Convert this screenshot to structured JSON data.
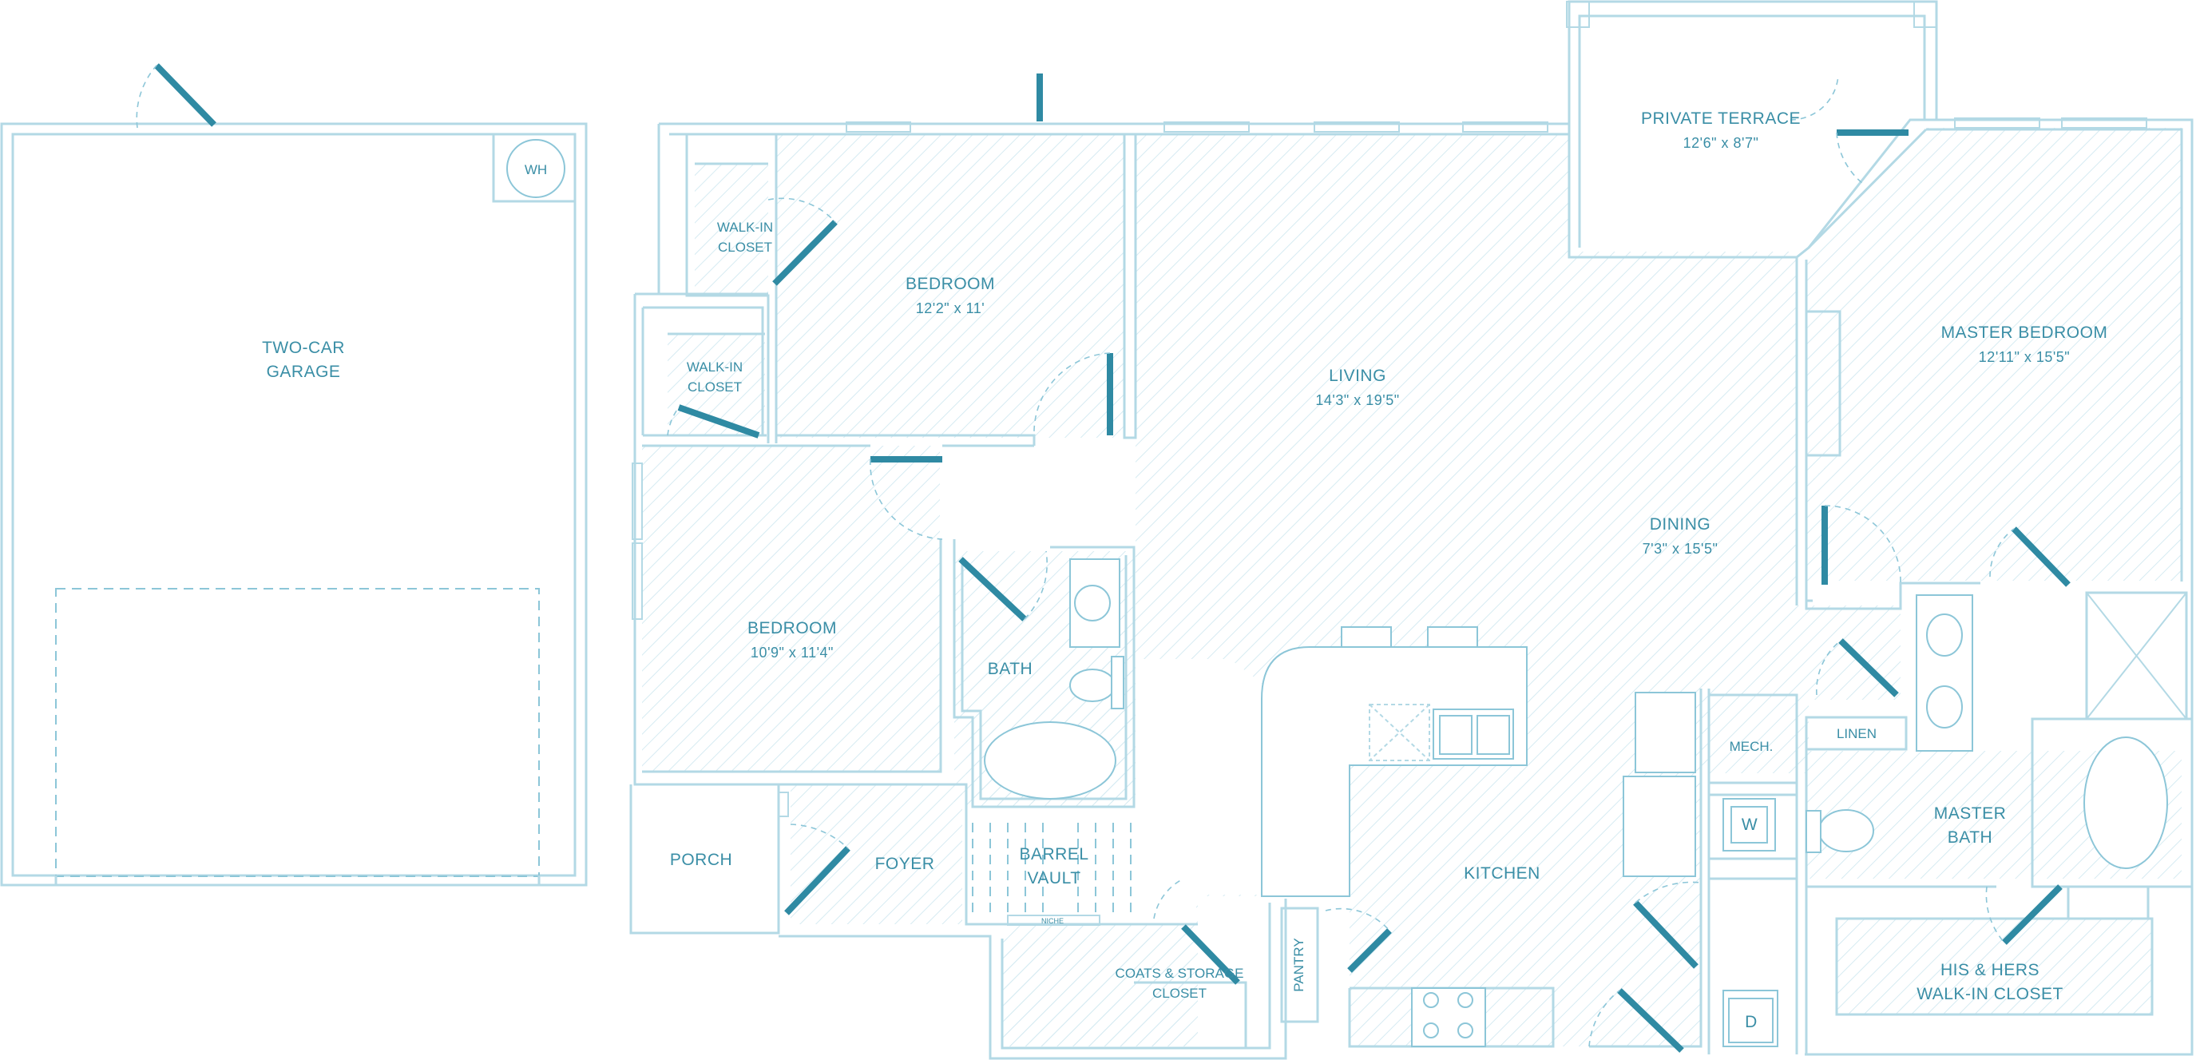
{
  "rooms": {
    "garage": {
      "name1": "TWO-CAR",
      "name2": "GARAGE"
    },
    "water_heater": "WH",
    "terrace": {
      "name": "PRIVATE TERRACE",
      "dim": "12'6\" x 8'7\""
    },
    "bedroom1": {
      "name": "BEDROOM",
      "dim": "12'2\" x 11'"
    },
    "walkin1": {
      "name1": "WALK-IN",
      "name2": "CLOSET"
    },
    "walkin2": {
      "name1": "WALK-IN",
      "name2": "CLOSET"
    },
    "living": {
      "name": "LIVING",
      "dim": "14'3\" x 19'5\""
    },
    "master_bedroom": {
      "name": "MASTER BEDROOM",
      "dim": "12'11\" x 15'5\""
    },
    "dining": {
      "name": "DINING",
      "dim": "7'3\" x 15'5\""
    },
    "bedroom2": {
      "name": "BEDROOM",
      "dim": "10'9\" x 11'4\""
    },
    "bath": {
      "name": "BATH"
    },
    "linen": {
      "name": "LINEN"
    },
    "mech": {
      "name": "MECH."
    },
    "master_bath": {
      "name1": "MASTER",
      "name2": "BATH"
    },
    "washer": "W",
    "dryer": "D",
    "porch": {
      "name": "PORCH"
    },
    "foyer": {
      "name": "FOYER"
    },
    "barrel_vault": {
      "name1": "BARREL",
      "name2": "VAULT"
    },
    "niche": "NICHE",
    "kitchen": {
      "name": "KITCHEN"
    },
    "pantry": {
      "name": "PANTRY"
    },
    "coats": {
      "name1": "COATS & STORAGE",
      "name2": "CLOSET"
    },
    "his_hers": {
      "name1": "HIS & HERS",
      "name2": "WALK-IN CLOSET"
    }
  },
  "colors": {
    "wall": "#b3d9e5",
    "door": "#2f8aa3",
    "label": "#3a8ea6",
    "hatch": "#d6ebf2"
  }
}
